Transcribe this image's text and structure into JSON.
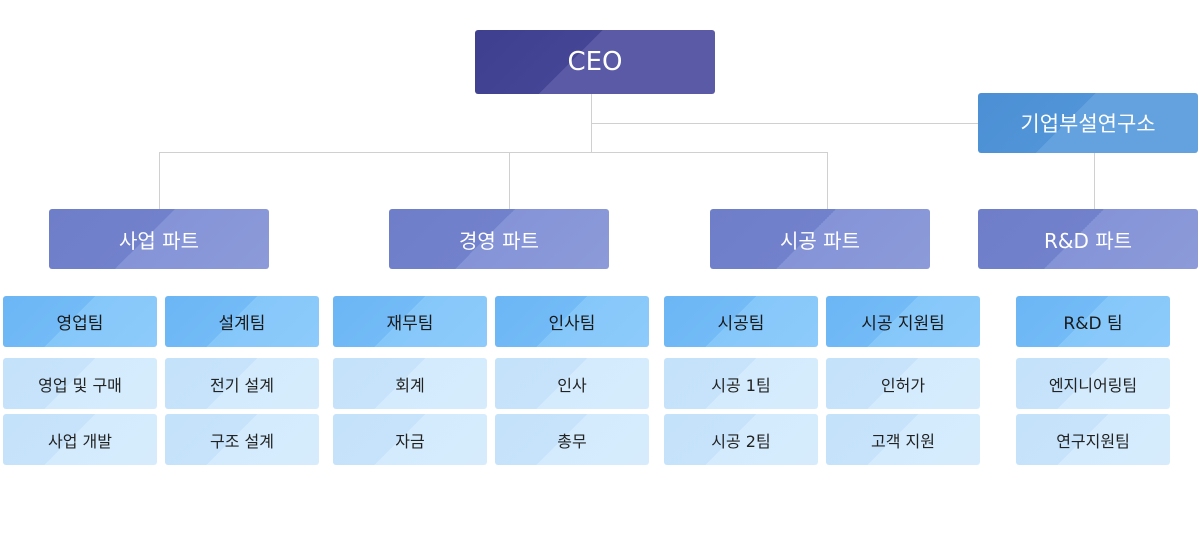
{
  "ceo": "CEO",
  "lab": "기업부설연구소",
  "parts": [
    "사업 파트",
    "경영 파트",
    "시공 파트",
    "R&D 파트"
  ],
  "teams": [
    "영업팀",
    "설계팀",
    "재무팀",
    "인사팀",
    "시공팀",
    "시공 지원팀",
    "R&D 팀"
  ],
  "items": {
    "sales": [
      "영업 및 구매",
      "사업 개발"
    ],
    "design": [
      "전기 설계",
      "구조 설계"
    ],
    "finance": [
      "회계",
      "자금"
    ],
    "hr": [
      "인사",
      "총무"
    ],
    "construction": [
      "시공 1팀",
      "시공 2팀"
    ],
    "construction_support": [
      "인허가",
      "고객 지원"
    ],
    "rnd": [
      "엔지니어링팀",
      "연구지원팀"
    ]
  },
  "colors": {
    "ceo": "#454596",
    "lab": "#5195d8",
    "part": "#7281cc",
    "team": "#72bbf7",
    "item": "#c6e3fb",
    "connector": "#d0d0d0"
  }
}
